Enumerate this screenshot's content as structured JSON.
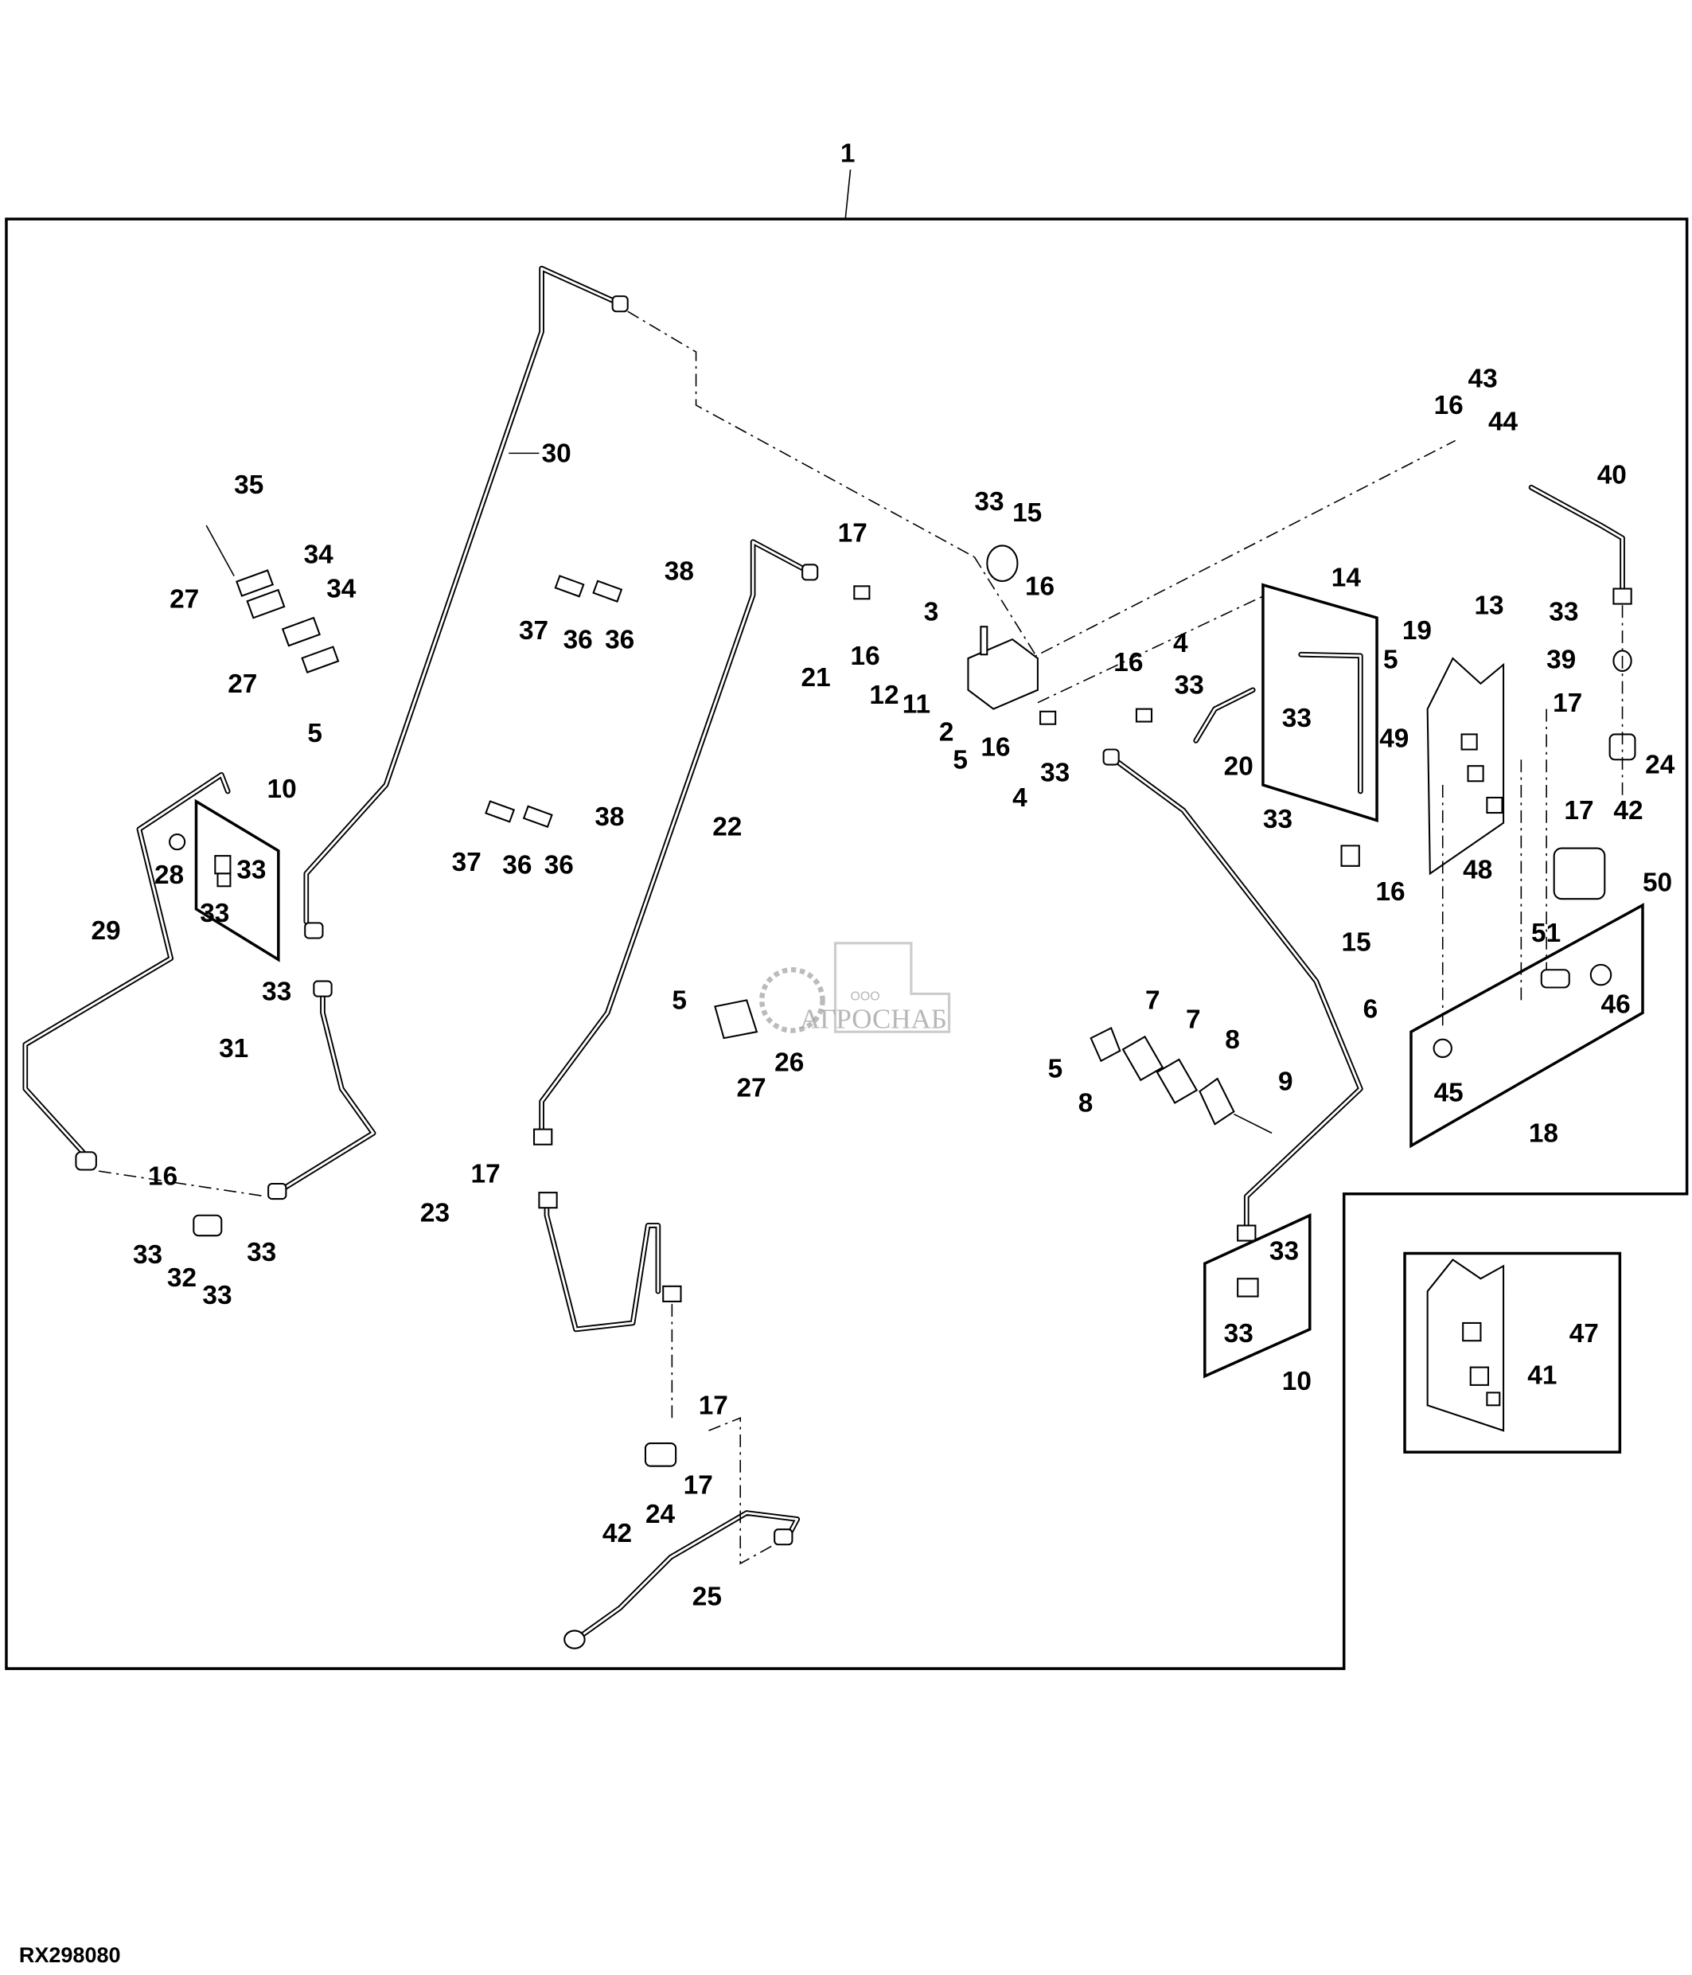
{
  "diagram": {
    "title_callout": "1",
    "figure_id": "RX298080",
    "watermark": {
      "prefix": "ООО",
      "name": "АГРОСНАБ"
    },
    "callouts": [
      {
        "id": "c1",
        "text": "1"
      },
      {
        "id": "c30",
        "text": "30"
      },
      {
        "id": "c35",
        "text": "35"
      },
      {
        "id": "c34a",
        "text": "34"
      },
      {
        "id": "c34b",
        "text": "34"
      },
      {
        "id": "c27a",
        "text": "27"
      },
      {
        "id": "c27b",
        "text": "27"
      },
      {
        "id": "c5a",
        "text": "5"
      },
      {
        "id": "c37a",
        "text": "37"
      },
      {
        "id": "c36a",
        "text": "36"
      },
      {
        "id": "c36b",
        "text": "36"
      },
      {
        "id": "c38a",
        "text": "38"
      },
      {
        "id": "c37b",
        "text": "37"
      },
      {
        "id": "c36c",
        "text": "36"
      },
      {
        "id": "c36d",
        "text": "36"
      },
      {
        "id": "c38b",
        "text": "38"
      },
      {
        "id": "c10a",
        "text": "10"
      },
      {
        "id": "c28",
        "text": "28"
      },
      {
        "id": "c33a",
        "text": "33"
      },
      {
        "id": "c33b",
        "text": "33"
      },
      {
        "id": "c29",
        "text": "29"
      },
      {
        "id": "c33c",
        "text": "33"
      },
      {
        "id": "c31",
        "text": "31"
      },
      {
        "id": "c16a",
        "text": "16"
      },
      {
        "id": "c33d",
        "text": "33"
      },
      {
        "id": "c32",
        "text": "32"
      },
      {
        "id": "c33e",
        "text": "33"
      },
      {
        "id": "c33f",
        "text": "33"
      },
      {
        "id": "c17a",
        "text": "17"
      },
      {
        "id": "c23",
        "text": "23"
      },
      {
        "id": "c22",
        "text": "22"
      },
      {
        "id": "c17b",
        "text": "17"
      },
      {
        "id": "c21",
        "text": "21"
      },
      {
        "id": "c16b",
        "text": "16"
      },
      {
        "id": "c12",
        "text": "12"
      },
      {
        "id": "c11",
        "text": "11"
      },
      {
        "id": "c3",
        "text": "3"
      },
      {
        "id": "c33g",
        "text": "33"
      },
      {
        "id": "c15a",
        "text": "15"
      },
      {
        "id": "c16c",
        "text": "16"
      },
      {
        "id": "c2",
        "text": "2"
      },
      {
        "id": "c5b",
        "text": "5"
      },
      {
        "id": "c16d",
        "text": "16"
      },
      {
        "id": "c4a",
        "text": "4"
      },
      {
        "id": "c33h",
        "text": "33"
      },
      {
        "id": "c16e",
        "text": "16"
      },
      {
        "id": "c4b",
        "text": "4"
      },
      {
        "id": "c33i",
        "text": "33"
      },
      {
        "id": "c20",
        "text": "20"
      },
      {
        "id": "c14",
        "text": "14"
      },
      {
        "id": "c33j",
        "text": "33"
      },
      {
        "id": "c33k",
        "text": "33"
      },
      {
        "id": "c15b",
        "text": "15"
      },
      {
        "id": "c16f",
        "text": "16"
      },
      {
        "id": "c5c",
        "text": "5"
      },
      {
        "id": "c27c",
        "text": "27"
      },
      {
        "id": "c26",
        "text": "26"
      },
      {
        "id": "c5d",
        "text": "5"
      },
      {
        "id": "c8a",
        "text": "8"
      },
      {
        "id": "c7a",
        "text": "7"
      },
      {
        "id": "c7b",
        "text": "7"
      },
      {
        "id": "c8b",
        "text": "8"
      },
      {
        "id": "c9",
        "text": "9"
      },
      {
        "id": "c6",
        "text": "6"
      },
      {
        "id": "c33l",
        "text": "33"
      },
      {
        "id": "c33m",
        "text": "33"
      },
      {
        "id": "c10b",
        "text": "10"
      },
      {
        "id": "c17c",
        "text": "17"
      },
      {
        "id": "c17d",
        "text": "17"
      },
      {
        "id": "c42a",
        "text": "42"
      },
      {
        "id": "c24a",
        "text": "24"
      },
      {
        "id": "c25",
        "text": "25"
      },
      {
        "id": "c43",
        "text": "43"
      },
      {
        "id": "c16g",
        "text": "16"
      },
      {
        "id": "c44",
        "text": "44"
      },
      {
        "id": "c40",
        "text": "40"
      },
      {
        "id": "c13",
        "text": "13"
      },
      {
        "id": "c19",
        "text": "19"
      },
      {
        "id": "c5e",
        "text": "5"
      },
      {
        "id": "c49",
        "text": "49"
      },
      {
        "id": "c48",
        "text": "48"
      },
      {
        "id": "c33n",
        "text": "33"
      },
      {
        "id": "c39",
        "text": "39"
      },
      {
        "id": "c17e",
        "text": "17"
      },
      {
        "id": "c24b",
        "text": "24"
      },
      {
        "id": "c17f",
        "text": "17"
      },
      {
        "id": "c42b",
        "text": "42"
      },
      {
        "id": "c50",
        "text": "50"
      },
      {
        "id": "c51",
        "text": "51"
      },
      {
        "id": "c46",
        "text": "46"
      },
      {
        "id": "c45",
        "text": "45"
      },
      {
        "id": "c18",
        "text": "18"
      },
      {
        "id": "c47",
        "text": "47"
      },
      {
        "id": "c41",
        "text": "41"
      }
    ]
  }
}
